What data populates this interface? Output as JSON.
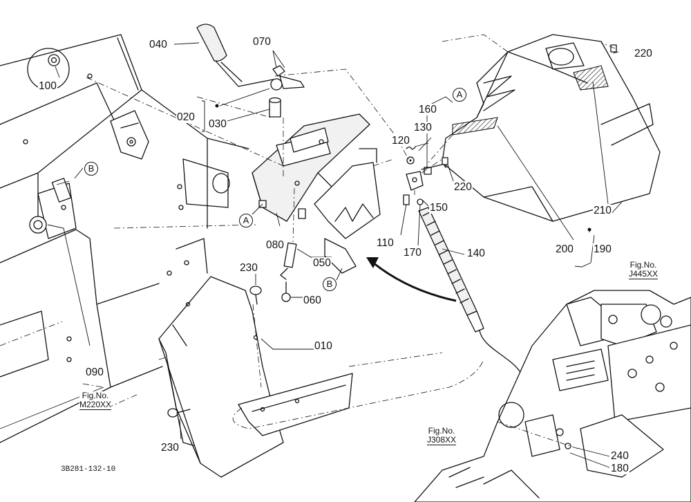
{
  "drawing_number": "3B281-132-10",
  "callouts": {
    "c010": "010",
    "c020": "020",
    "c030": "030",
    "c040": "040",
    "c050": "050",
    "c060": "060",
    "c070": "070",
    "c080": "080",
    "c090": "090",
    "c100": "100",
    "c110": "110",
    "c120": "120",
    "c130": "130",
    "c140": "140",
    "c150": "150",
    "c160": "160",
    "c170": "170",
    "c180": "180",
    "c190": "190",
    "c200": "200",
    "c210": "210",
    "c220a": "220",
    "c220b": "220",
    "c230a": "230",
    "c230b": "230",
    "c240": "240"
  },
  "markers": {
    "a1": "A",
    "a2": "A",
    "b1": "B",
    "b2": "B"
  },
  "figure_refs": [
    {
      "label": "Fig.No.",
      "number": "M220XX"
    },
    {
      "label": "Fig.No.",
      "number": "J445XX"
    },
    {
      "label": "Fig.No.",
      "number": "J308XX"
    }
  ]
}
